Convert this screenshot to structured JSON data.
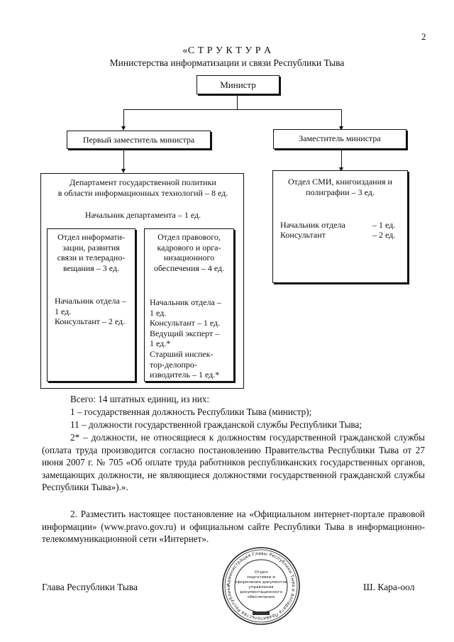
{
  "page_number": "2",
  "heading": {
    "title": "«С Т Р У К Т У Р А",
    "subtitle": "Министерства информатизации и связи Республики Тыва"
  },
  "org": {
    "minister": "Министр",
    "first_deputy": "Первый заместитель министра",
    "deputy": "Заместитель министра",
    "department": {
      "title": "Департамент государственной политики\nв области информационных технологий – 8 ед.",
      "head": "Начальник департамента – 1 ед."
    },
    "dept_unit_1": {
      "title": "Отдел информати-\nзации, развития\nсвязи и телерадио-\nвещания – 3 ед.",
      "staff": "Начальник отдела –\n1 ед.\nКонсультант – 2 ед."
    },
    "dept_unit_2": {
      "title": "Отдел правового,\nкадрового и орга-\nнизационного\nобеспечения – 4 ед.",
      "staff": "Начальник отдела –\n1 ед.\nКонсультант – 1 ед.\nВедущий эксперт –\n1 ед.*\nСтарший инспек-\nтор-делопро-\nизводитель – 1 ед.*"
    },
    "media_unit": {
      "title": "Отдел СМИ, книгоиздания и\nполиграфии – 3 ед.",
      "row1_label": "Начальник отдела",
      "row1_value": "– 1 ед.",
      "row2_label": "Консультант",
      "row2_value": "– 2 ед."
    }
  },
  "totals": {
    "line0": "Всего: 14 штатных единиц, из них:",
    "line1": "1 – государственная должность Республики Тыва (министр);",
    "line2": "11 – должности государственной гражданской службы Республики Тыва;",
    "line3": "2* – должности, не относящиеся к должностям государственной гражданской службы (оплата труда производится согласно постановлению Правительства Республики Тыва от 27 июня 2007 г. № 705 «Об оплате труда работников республиканских государственных органов, замещающих должности, не являющиеся должностями государственной гражданской службы Республики Тыва»).»."
  },
  "paragraph2": "2. Разместить настоящее постановление на «Официальном интернет-портале правовой информации» (www.pravo.gov.ru) и официальном сайте Республики Тыва в информационно-телекоммуникационной сети «Интернет».",
  "signature": {
    "position": "Глава Республики Тыва",
    "name": "Ш. Кара-оол"
  },
  "seal": {
    "center_text": "Отдел подготовки и оформления документов управления документационного обеспечения",
    "ring_text": "Администрация Главы Республики Тыва и Аппарата Правительства Республики Тыва"
  }
}
